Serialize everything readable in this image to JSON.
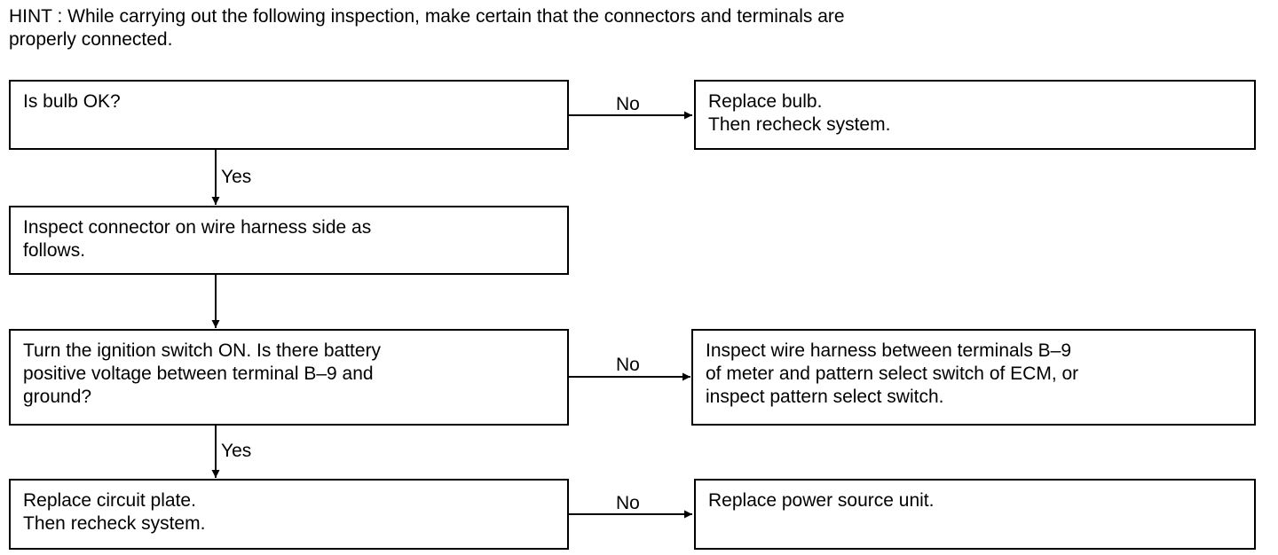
{
  "hint": "HINT : While carrying out the following inspection, make certain that the connectors and terminals are\nproperly connected.",
  "steps": {
    "bulb_check": "Is bulb OK?",
    "replace_bulb": "Replace bulb.\nThen recheck system.",
    "inspect_connector": "Inspect connector on wire harness side as\nfollows.",
    "voltage_check": "Turn the ignition switch ON. Is there battery\npositive voltage between terminal B–9 and\nground?",
    "inspect_harness": "Inspect wire harness between terminals B–9\nof meter and pattern select switch of ECM, or\ninspect pattern select switch.",
    "replace_circuit_plate": "Replace circuit plate.\nThen recheck system.",
    "replace_power_unit": "Replace power source unit."
  },
  "edges": {
    "bulb_no": "No",
    "bulb_yes": "Yes",
    "voltage_no": "No",
    "voltage_yes": "Yes",
    "plate_no": "No"
  }
}
